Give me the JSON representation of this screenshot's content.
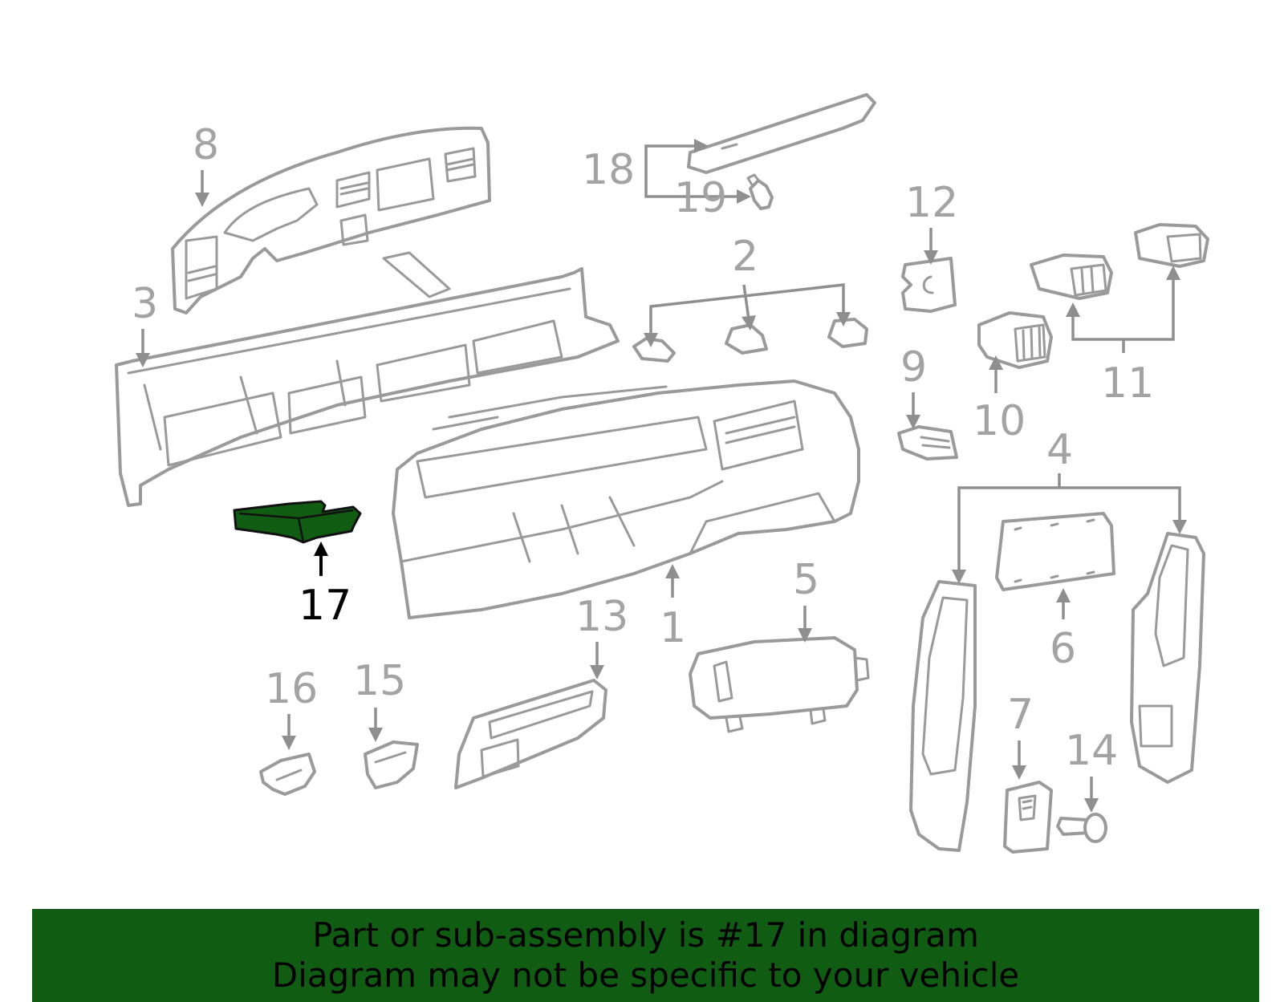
{
  "callouts": {
    "c1": "1",
    "c2": "2",
    "c3": "3",
    "c4": "4",
    "c5": "5",
    "c6": "6",
    "c7": "7",
    "c8": "8",
    "c9": "9",
    "c10": "10",
    "c11": "11",
    "c12": "12",
    "c13": "13",
    "c14": "14",
    "c15": "15",
    "c16": "16",
    "c17": "17",
    "c18": "18",
    "c19": "19"
  },
  "highlight": {
    "part_number": "17",
    "color": "#0f5c12"
  },
  "banner": {
    "line1": "Part or sub-assembly is #17 in diagram",
    "line2": "Diagram may not be specific to your vehicle",
    "color": "#0f5c12"
  }
}
